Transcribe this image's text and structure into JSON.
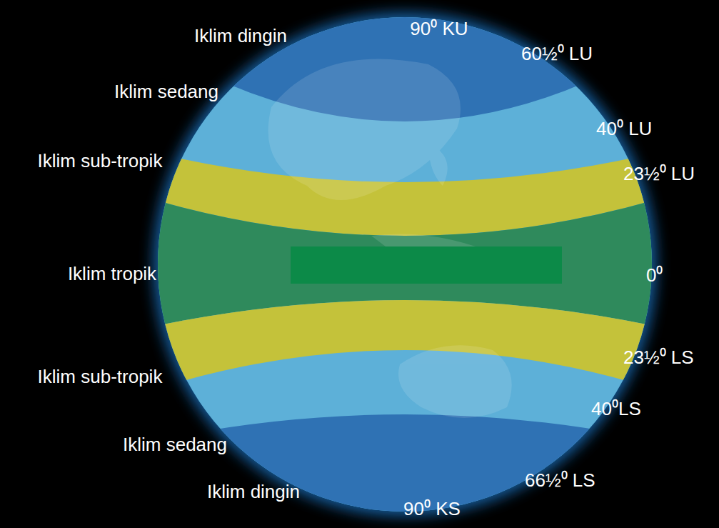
{
  "diagram": {
    "labels": [
      "Iklim dingin",
      "Iklim sedang",
      "Iklim sub-tropik",
      "Iklim tropik",
      "Iklim sub-tropik",
      "Iklim sedang",
      "Iklim dingin",
      "90⁰ KU",
      "60½⁰ LU",
      "40⁰ LU",
      "23½⁰ LU",
      "0⁰",
      "23½⁰ LS",
      "40⁰LS",
      "66½⁰ LS",
      "90⁰ KS"
    ]
  }
}
